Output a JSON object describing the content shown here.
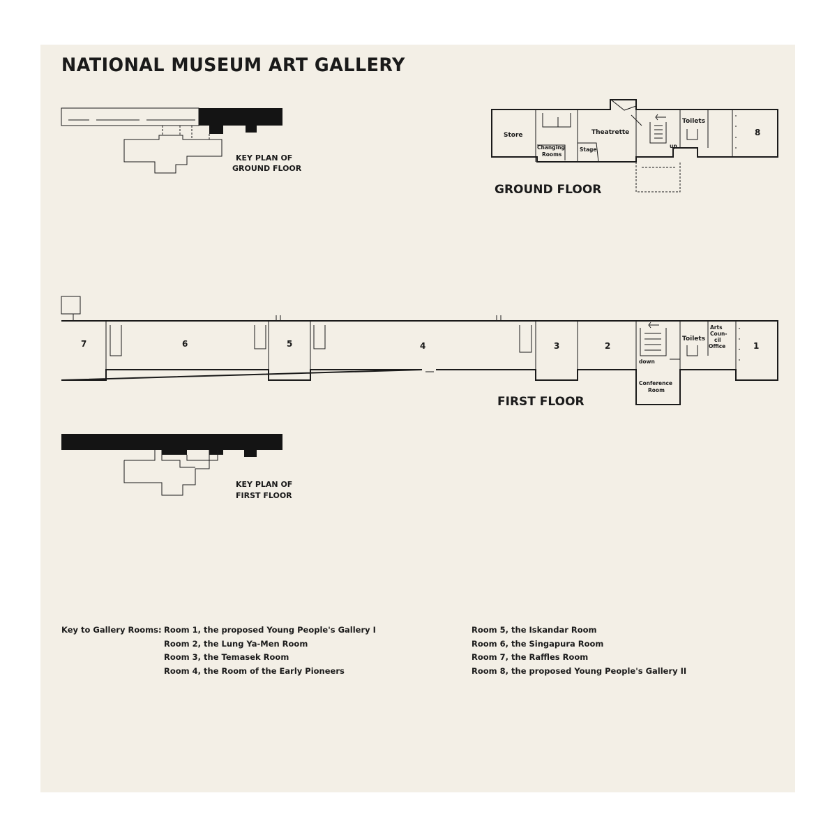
{
  "title": "NATIONAL MUSEUM ART GALLERY",
  "key_plan_ground": [
    "KEY PLAN OF",
    "GROUND FLOOR"
  ],
  "key_plan_first": [
    "KEY PLAN OF",
    "FIRST FLOOR"
  ],
  "ground_floor": {
    "title": "GROUND FLOOR",
    "labels": {
      "store": "Store",
      "changing": [
        "Changing",
        "Rooms"
      ],
      "theatrette": "Theatrette",
      "stage": "Stage",
      "up": "up",
      "toilets": "Toilets",
      "room8": "8"
    }
  },
  "first_floor": {
    "title": "FIRST FLOOR",
    "rooms": [
      "7",
      "6",
      "5",
      "4",
      "3",
      "2",
      "1"
    ],
    "labels": {
      "toilets": "Toilets",
      "arts_council": [
        "Arts",
        "Coun-",
        "cil",
        "Office"
      ],
      "down": "down",
      "conference": [
        "Conference",
        "Room"
      ]
    }
  },
  "key": {
    "heading": "Key to Gallery Rooms:",
    "col1": [
      "Room 1, the proposed Young People's Gallery I",
      "Room 2, the Lung Ya-Men Room",
      "Room 3, the Temasek Room",
      "Room 4, the Room of the Early Pioneers"
    ],
    "col2": [
      "Room 5, the Iskandar Room",
      "Room 6, the Singapura Room",
      "Room 7, the Raffles Room",
      "Room 8, the proposed Young People's Gallery II"
    ]
  }
}
